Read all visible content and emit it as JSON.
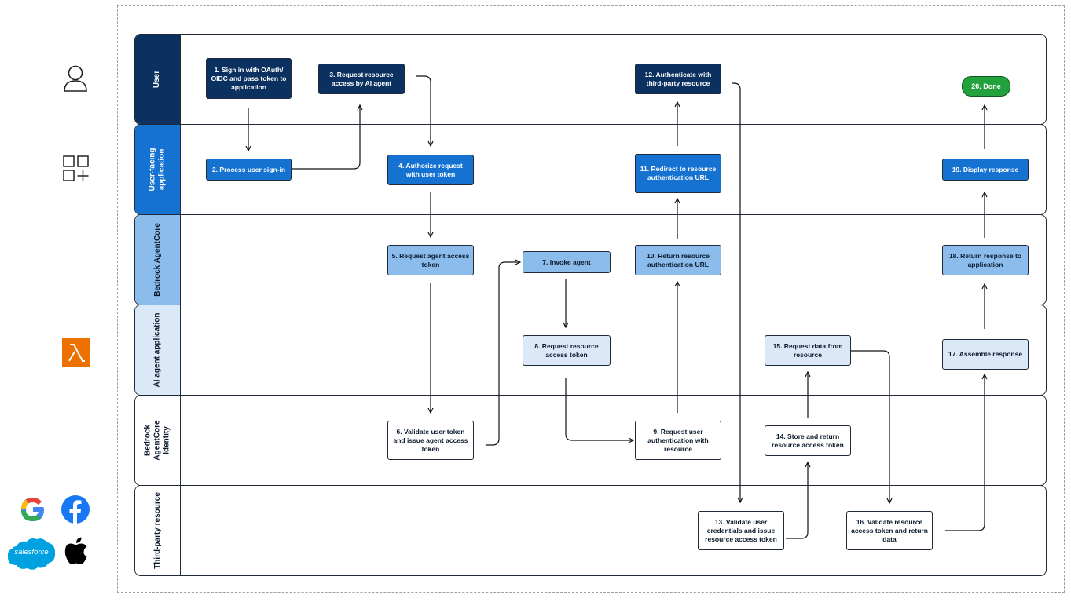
{
  "lanes": [
    {
      "label": "User"
    },
    {
      "label": "User-facing application"
    },
    {
      "label": "Bedrock AgentCore"
    },
    {
      "label": "AI agent application"
    },
    {
      "label": "Bedrock AgentCore Identity"
    },
    {
      "label": "Third-party resource"
    }
  ],
  "steps": {
    "s1": "1. Sign in with OAuth/ OIDC and pass token to application",
    "s2": "2. Process user sign-in",
    "s3": "3. Request resource access by AI agent",
    "s4": "4. Authorize request with user token",
    "s5": "5. Request agent access token",
    "s6": "6. Validate user token and issue agent access token",
    "s7": "7. Invoke agent",
    "s8": "8. Request resource access token",
    "s9": "9. Request user authentication with resource",
    "s10": "10. Return resource authentication URL",
    "s11": "11. Redirect to resource authentication URL",
    "s12": "12. Authenticate with third-party resource",
    "s13": "13. Validate user credentials and issue resource access token",
    "s14": "14. Store and return resource access token",
    "s15": "15. Request data from resource",
    "s16": "16. Validate resource access token and return data",
    "s17": "17. Assemble response",
    "s18": "18. Return response to application",
    "s19": "19. Display response",
    "s20": "20. Done"
  },
  "logos": {
    "salesforce": "salesforce"
  },
  "icons": [
    "user-icon",
    "app-grid-icon",
    "lambda-icon",
    "google-icon",
    "facebook-icon",
    "salesforce-icon",
    "apple-icon"
  ],
  "colors": {
    "dark_navy": "#0b3160",
    "blue": "#1572d1",
    "light_blue": "#8bbcec",
    "pale_blue": "#dae8f8",
    "done_green": "#23a13c",
    "lambda_orange": "#ed7100"
  }
}
